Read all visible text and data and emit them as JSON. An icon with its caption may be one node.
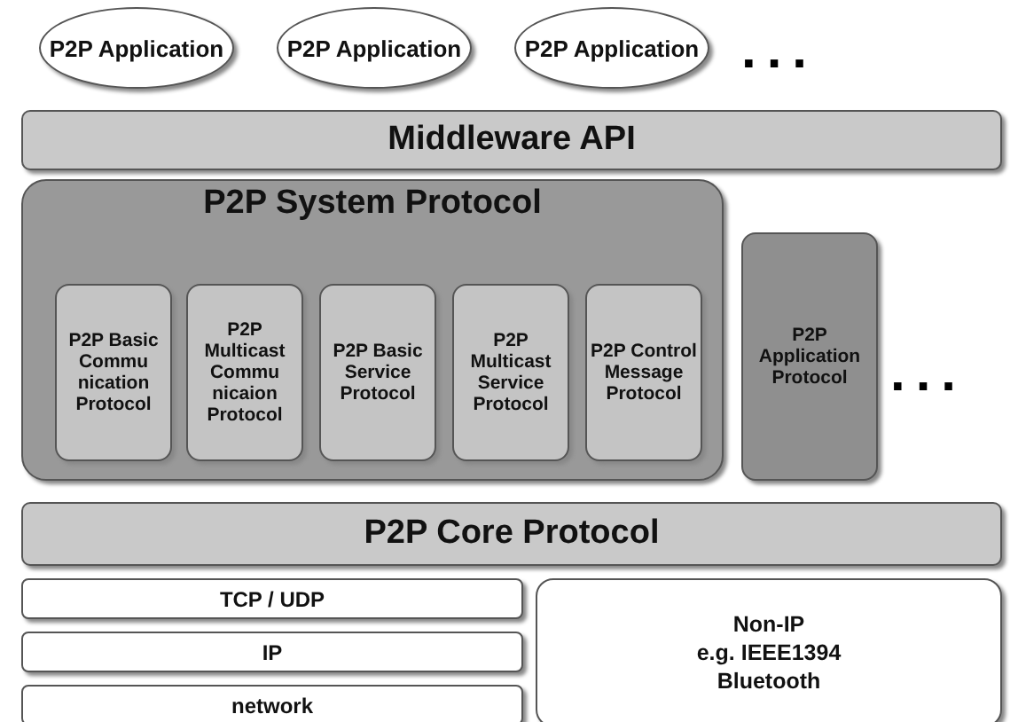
{
  "diagram": {
    "nodes": [
      {
        "text": [
          "P2P Application"
        ]
      },
      {
        "text": [
          "P2P Application"
        ]
      },
      {
        "text": [
          "P2P Application"
        ]
      },
      {
        "text": [
          "Middleware API"
        ]
      },
      {
        "text": [
          "P2P System Protocol"
        ]
      },
      {
        "text": [
          "P2P Basic Commu nication Protocol"
        ],
        "in": 4
      },
      {
        "text": [
          "P2P Multicast Commu nicaion Protocol"
        ],
        "in": 4
      },
      {
        "text": [
          "P2P Basic Service Protocol"
        ],
        "in": 4
      },
      {
        "text": [
          "P2P Multicast Service Protocol"
        ],
        "in": 4
      },
      {
        "text": [
          "P2P Control Message Protocol"
        ],
        "in": 4
      },
      {
        "text": [
          "P2P Application Protocol"
        ]
      },
      {
        "text": [
          "P2P Core Protocol"
        ]
      },
      {
        "text": [
          "TCP / UDP"
        ]
      },
      {
        "text": [
          "IP"
        ]
      },
      {
        "text": [
          "network"
        ]
      },
      {
        "text": [
          "Non-IP",
          "e.g. IEEE1394 Bluetooth"
        ]
      }
    ],
    "labels": [
      "...",
      "..."
    ]
  }
}
